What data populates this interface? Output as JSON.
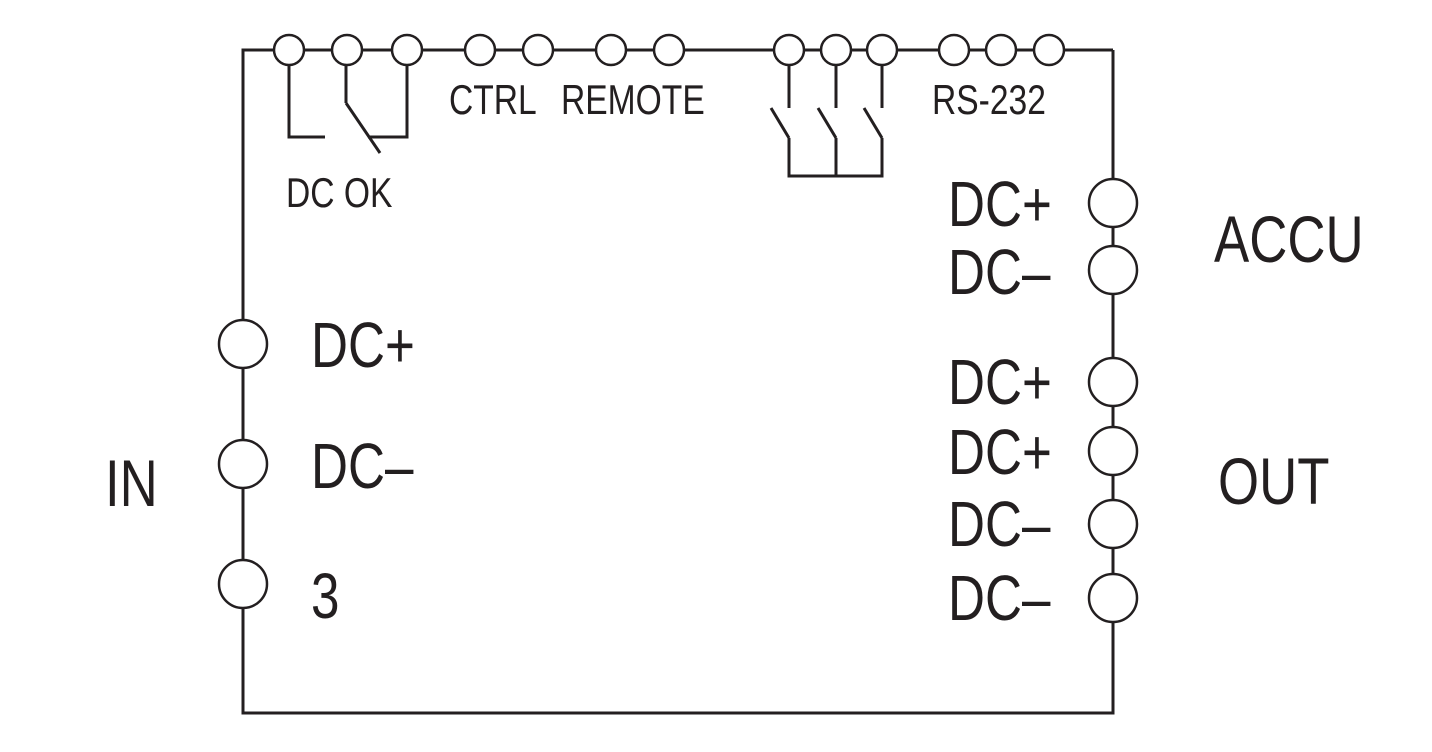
{
  "top_labels": {
    "dc_ok": "DC OK",
    "ctrl": "CTRL",
    "remote": "REMOTE",
    "rs232": "RS-232"
  },
  "input": {
    "group_label": "IN",
    "terminals": [
      "DC+",
      "DC–",
      "3"
    ]
  },
  "accu": {
    "group_label": "ACCU",
    "terminals": [
      "DC+",
      "DC–"
    ]
  },
  "output": {
    "group_label": "OUT",
    "terminals": [
      "DC+",
      "DC+",
      "DC–",
      "DC–"
    ]
  },
  "colors": {
    "ink": "#231f20",
    "background": "#ffffff"
  }
}
